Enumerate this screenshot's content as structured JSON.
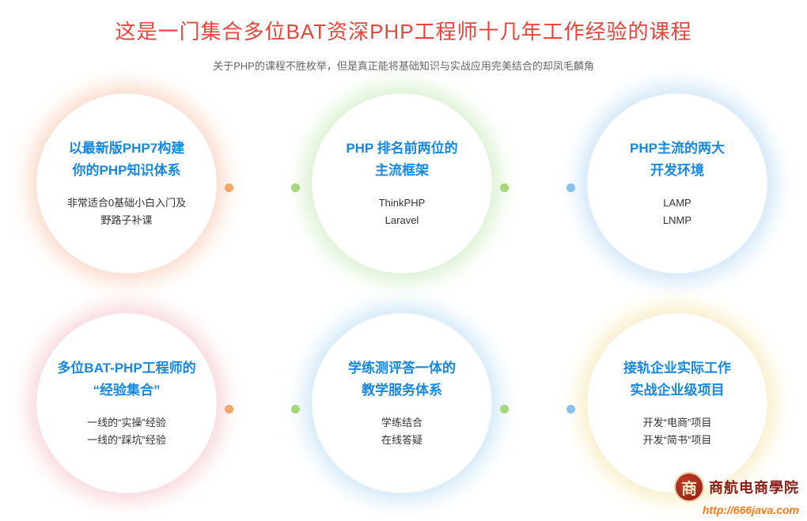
{
  "header": {
    "title": "这是一门集合多位BAT资深PHP工程师十几年工作经验的课程",
    "subtitle": "关于PHP的课程不胜枚举，但是真正能将基础知识与实战应用完美结合的却凤毛麟角"
  },
  "features": [
    {
      "id": "php7-knowledge",
      "title_line1": "以最新版PHP7构建",
      "title_line2": "你的PHP知识体系",
      "desc_line1": "非常适合0基础小白入门及",
      "desc_line2": "野路子补课",
      "glow_color": "#fbd9c8"
    },
    {
      "id": "top-frameworks",
      "title_line1": "PHP 排名前两位的",
      "title_line2": "主流框架",
      "desc_line1": "ThinkPHP",
      "desc_line2": "Laravel",
      "glow_color": "#d9f0cf"
    },
    {
      "id": "dev-environments",
      "title_line1": "PHP主流的两大",
      "title_line2": "开发环境",
      "desc_line1": "LAMP",
      "desc_line2": "LNMP",
      "glow_color": "#cfe5f8"
    },
    {
      "id": "bat-experience",
      "title_line1": "多位BAT-PHP工程师的",
      "title_line2": "“经验集合”",
      "desc_line1": "一线的“实操”经验",
      "desc_line2": "一线的“踩坑”经验",
      "glow_color": "#f8d6da"
    },
    {
      "id": "teaching-service",
      "title_line1": "学练测评答一体的",
      "title_line2": "教学服务体系",
      "desc_line1": "学练结合",
      "desc_line2": "在线答疑",
      "glow_color": "#cfe8f8"
    },
    {
      "id": "enterprise-projects",
      "title_line1": "接轨企业实际工作",
      "title_line2": "实战企业级项目",
      "desc_line1": "开发“电商”项目",
      "desc_line2": "开发“简书”项目",
      "glow_color": "#f9eec6"
    }
  ],
  "connectors": [
    {
      "color": "#f2a766"
    },
    {
      "color": "#a6d87a"
    },
    {
      "color": "#a6d87a"
    },
    {
      "color": "#85c1ec"
    },
    {
      "color": "#f2a766"
    },
    {
      "color": "#a6d87a"
    },
    {
      "color": "#a6d87a"
    },
    {
      "color": "#85c1ec"
    }
  ],
  "watermark": {
    "logo_glyph": "商",
    "brand": "商航电商學院",
    "url": "http://666java.com"
  }
}
